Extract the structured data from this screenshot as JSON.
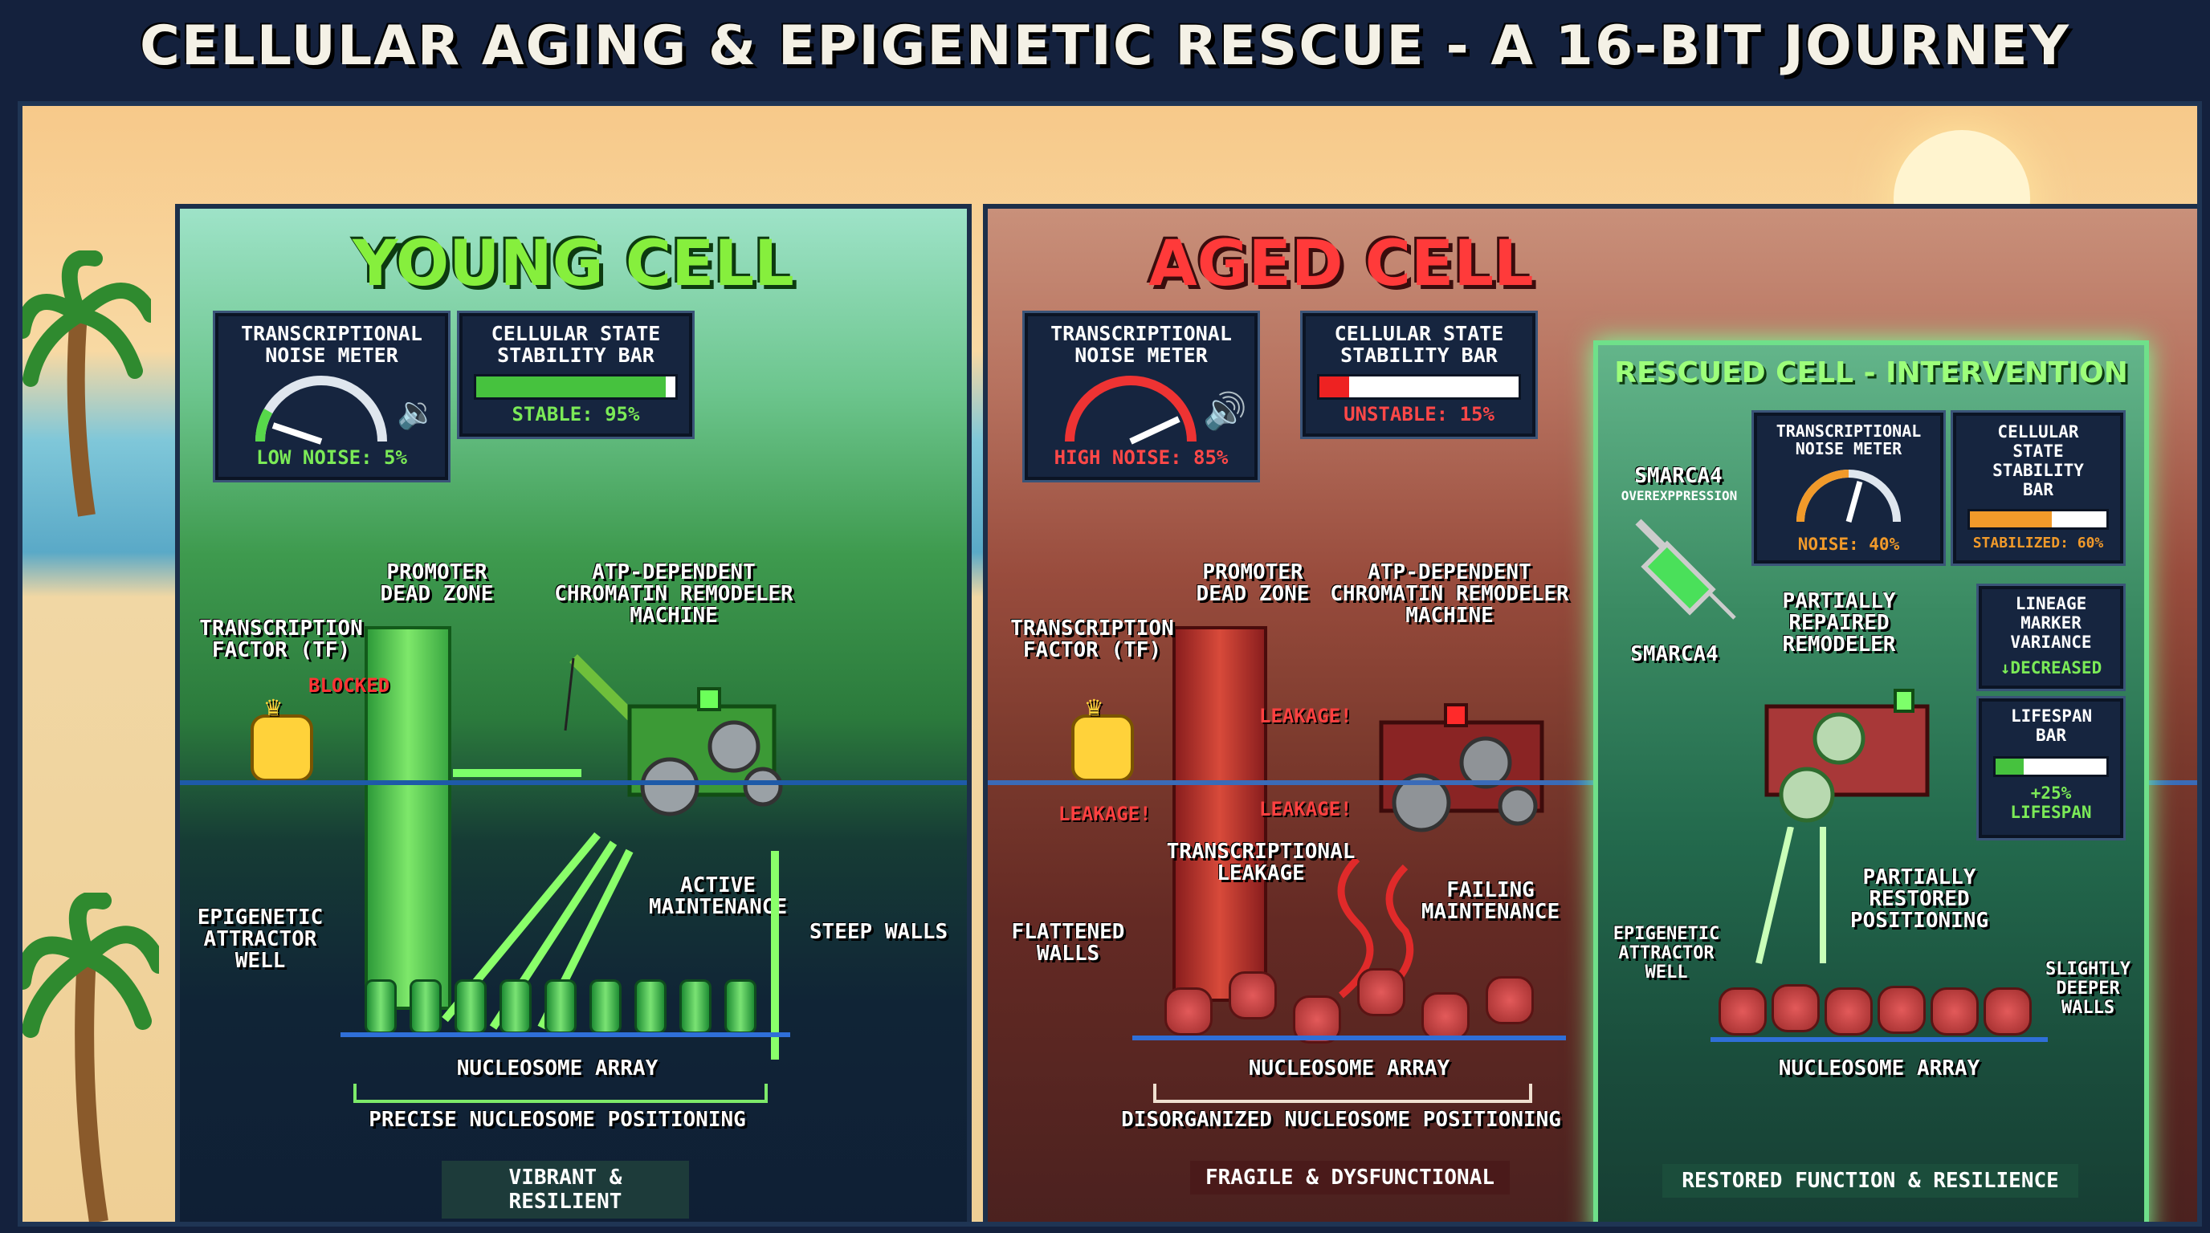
{
  "title": "CELLULAR AGING & EPIGENETIC RESCUE - A 16-BIT JOURNEY",
  "colors": {
    "young_accent": "#6fe05a",
    "aged_accent": "#e23a3a",
    "rescued_accent": "#7dff9a",
    "gauge_red": "#e33",
    "gauge_orange": "#f19a2a"
  },
  "young": {
    "heading": "YOUNG CELL",
    "noise_meter": {
      "title": "TRANSCRIPTIONAL NOISE METER",
      "value_label": "LOW NOISE: 5%",
      "level": 0.05
    },
    "stability": {
      "title": "CELLULAR STATE STABILITY BAR",
      "value_label": "STABLE: 95%",
      "level": 0.95
    },
    "tf_label": "TRANSCRIPTION FACTOR (TF)",
    "blocked": "BLOCKED",
    "promoter": "PROMOTER DEAD ZONE",
    "remodeler": "ATP-DEPENDENT CHROMATIN REMODELER MACHINE",
    "active": "ACTIVE MAINTENANCE",
    "attractor": "EPIGENETIC ATTRACTOR WELL",
    "steep": "STEEP WALLS",
    "array": "NUCLEOSOME ARRAY",
    "positioning": "PRECISE NUCLEOSOME POSITIONING",
    "caption": "VIBRANT & RESILIENT"
  },
  "aged": {
    "heading": "AGED CELL",
    "noise_meter": {
      "title": "TRANSCRIPTIONAL NOISE METER",
      "value_label": "HIGH NOISE: 85%",
      "level": 0.85
    },
    "stability": {
      "title": "CELLULAR STATE STABILITY BAR",
      "value_label": "UNSTABLE: 15%",
      "level": 0.15
    },
    "tf_label": "TRANSCRIPTION FACTOR (TF)",
    "promoter": "PROMOTER DEAD ZONE",
    "remodeler": "ATP-DEPENDENT CHROMATIN REMODELER MACHINE",
    "leak1": "LEAKAGE!",
    "leak2": "LEAKAGE!",
    "leak3": "LEAKAGE!",
    "leakage": "TRANSCRIPTIONAL LEAKAGE",
    "failing": "FAILING MAINTENANCE",
    "flattened": "FLATTENED WALLS",
    "array": "NUCLEOSOME ARRAY",
    "positioning": "DISORGANIZED NUCLEOSOME POSITIONING",
    "caption": "FRAGILE & DYSFUNCTIONAL"
  },
  "rescued": {
    "heading": "RESCUED CELL - INTERVENTION",
    "smarca_top": "SMARCA4",
    "overexp": "OVEREXPPRESSION",
    "smarca_low": "SMARCA4",
    "noise_meter": {
      "title": "TRANSCRIPTIONAL NOISE METER",
      "value_label": "NOISE: 40%",
      "level": 0.4
    },
    "stability": {
      "title": "CELLULAR STATE STABILITY BAR",
      "value_label": "STABILIZED: 60%",
      "level": 0.6
    },
    "repaired": "PARTIALLY REPAIRED REMODELER",
    "lineage": {
      "title": "LINEAGE MARKER VARIANCE",
      "value": "DECREASED"
    },
    "lifespan": {
      "title": "LIFESPAN BAR",
      "value": "+25% LIFESPAN",
      "level": 0.25
    },
    "restored": "PARTIALLY RESTORED POSITIONING",
    "attractor": "EPIGENETIC ATTRACTOR WELL",
    "deeper": "SLIGHTLY DEEPER WALLS",
    "array": "NUCLEOSOME ARRAY",
    "caption": "RESTORED FUNCTION & RESILIENCE"
  }
}
